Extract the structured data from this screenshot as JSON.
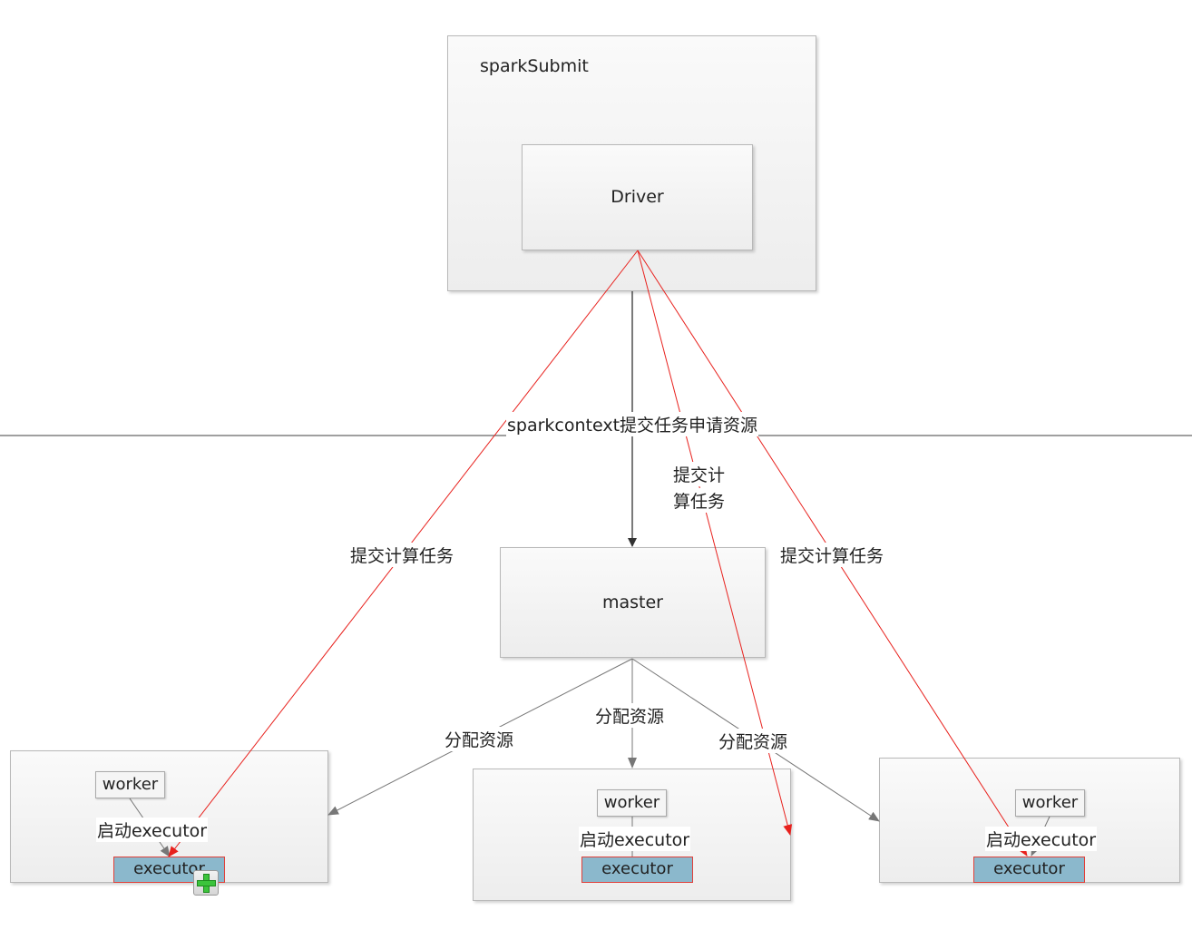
{
  "spark_submit": {
    "label": "sparkSubmit"
  },
  "driver": {
    "label": "Driver"
  },
  "master": {
    "label": "master"
  },
  "edges": {
    "submit_request": "sparkcontext提交任务申请资源",
    "submit_compute_left": "提交计算任务",
    "submit_compute_mid_line1": "提交计",
    "submit_compute_mid_line2": "算任务",
    "submit_compute_right": "提交计算任务",
    "allocate_left": "分配资源",
    "allocate_mid": "分配资源",
    "allocate_right": "分配资源"
  },
  "workers": [
    {
      "worker_label": "worker",
      "start_label": "启动executor",
      "executor_label": "executor"
    },
    {
      "worker_label": "worker",
      "start_label": "启动executor",
      "executor_label": "executor"
    },
    {
      "worker_label": "worker",
      "start_label": "启动executor",
      "executor_label": "executor"
    }
  ],
  "colors": {
    "red_line": "#e8211d",
    "dark_line": "#333333",
    "gray_line": "#777777",
    "executor_fill": "#8bb8cc"
  }
}
